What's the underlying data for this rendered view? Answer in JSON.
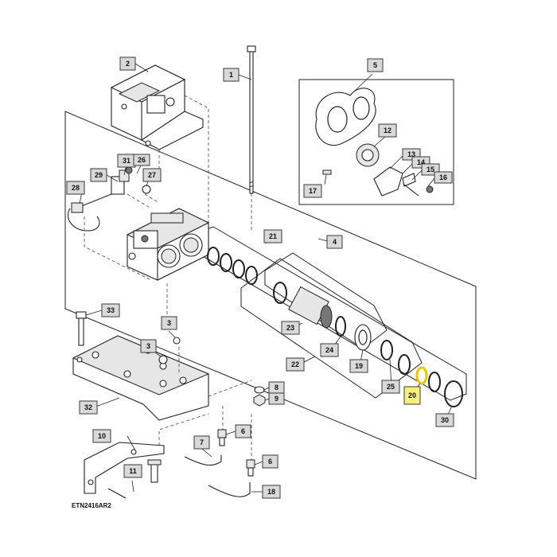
{
  "figure_code": "ETN2416AR2",
  "colors": {
    "highlight": "#f5f07a",
    "callout_fill": "#d9d9d9",
    "ring_highlight": "#e8c800"
  },
  "callouts": {
    "c1": "1",
    "c2": "2",
    "c3a": "3",
    "c3b": "3",
    "c4": "4",
    "c5": "5",
    "c6a": "6",
    "c6b": "6",
    "c7": "7",
    "c8": "8",
    "c9": "9",
    "c10": "10",
    "c11": "11",
    "c12": "12",
    "c13": "13",
    "c14": "14",
    "c15": "15",
    "c16": "16",
    "c17": "17",
    "c18": "18",
    "c19": "19",
    "c20": "20",
    "c21": "21",
    "c22": "22",
    "c23": "23",
    "c24": "24",
    "c25": "25",
    "c26": "26",
    "c27": "27",
    "c28": "28",
    "c29": "29",
    "c30": "30",
    "c31": "31",
    "c32": "32",
    "c33": "33"
  }
}
